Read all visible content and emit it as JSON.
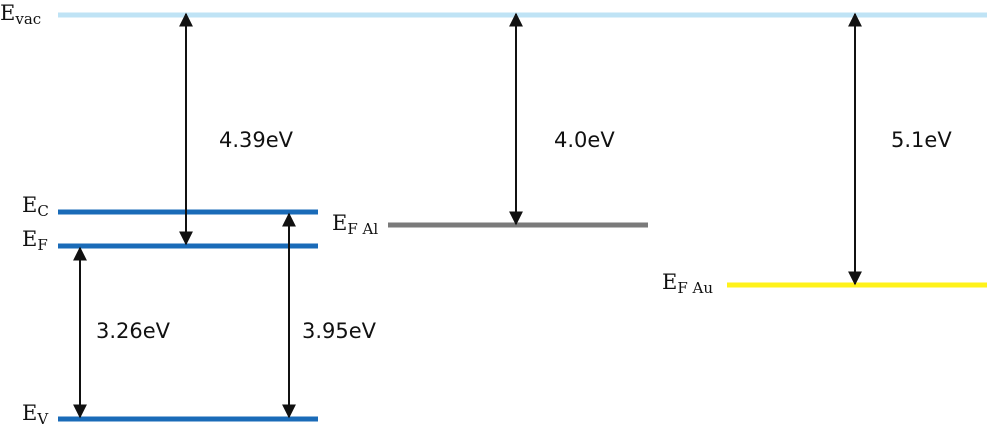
{
  "colors": {
    "vacuum": "#bfe3f5",
    "semiconductor": "#1a6bb8",
    "aluminum": "#7a7a7a",
    "gold": "#fff21a",
    "arrow": "#111111"
  },
  "levels": {
    "vac": {
      "main": "E",
      "sub": "vac"
    },
    "c": {
      "main": "E",
      "sub": "C"
    },
    "f": {
      "main": "E",
      "sub": "F"
    },
    "v": {
      "main": "E",
      "sub": "V"
    },
    "f_al": {
      "main": "E",
      "sub": "F Al"
    },
    "f_au": {
      "main": "E",
      "sub": "F Au"
    }
  },
  "gaps": {
    "work_function_semiconductor": "4.39eV",
    "fermi_to_valence": "3.26eV",
    "conduction_to_valence": "3.95eV",
    "work_function_al": "4.0eV",
    "work_function_au": "5.1eV"
  }
}
